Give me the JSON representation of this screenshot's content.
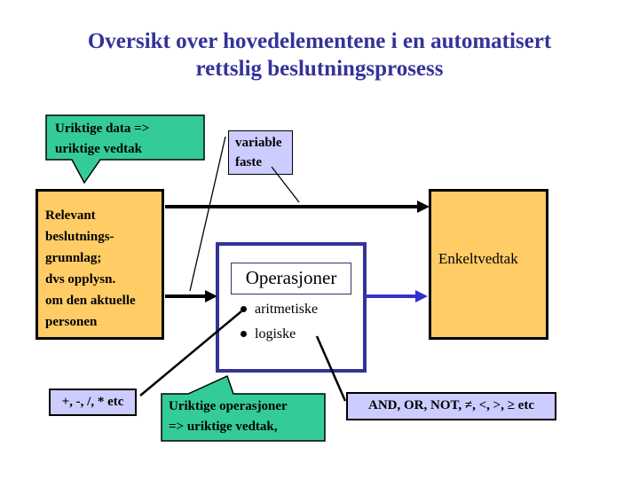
{
  "title": {
    "line1": "Oversikt over hovedelementene i en automatisert",
    "line2": "rettslig beslutningsprosess"
  },
  "colors": {
    "title_text": "#333399",
    "callout_fill": "#33CC99",
    "process_box_fill": "#FFCC66",
    "label_box_fill": "#CCCCFF",
    "operations_border": "#333399",
    "blue_arrow": "#3333CC",
    "black_arrow": "#000000"
  },
  "callout_bad_data": {
    "line1": "Uriktige data =>",
    "line2": "uriktige vedtak"
  },
  "label_variable": {
    "line1": "variable",
    "line2": "faste"
  },
  "box_relevant": {
    "lines": [
      "Relevant",
      "beslutnings-",
      "grunnlag;",
      "dvs opplysn.",
      "om den aktuelle",
      "personen"
    ]
  },
  "box_operasjoner": {
    "title": "Operasjoner",
    "bullets": [
      "aritmetiske",
      "logiske"
    ]
  },
  "box_enkeltvedtak": {
    "label": "Enkeltvedtak"
  },
  "box_arith_ops": {
    "label": "+, -, /, * etc"
  },
  "callout_bad_ops": {
    "line1": "Uriktige operasjoner",
    "line2": "=> uriktige vedtak,"
  },
  "box_logic_ops": {
    "label": "AND, OR, NOT, ≠, <, >, ≥ etc"
  }
}
